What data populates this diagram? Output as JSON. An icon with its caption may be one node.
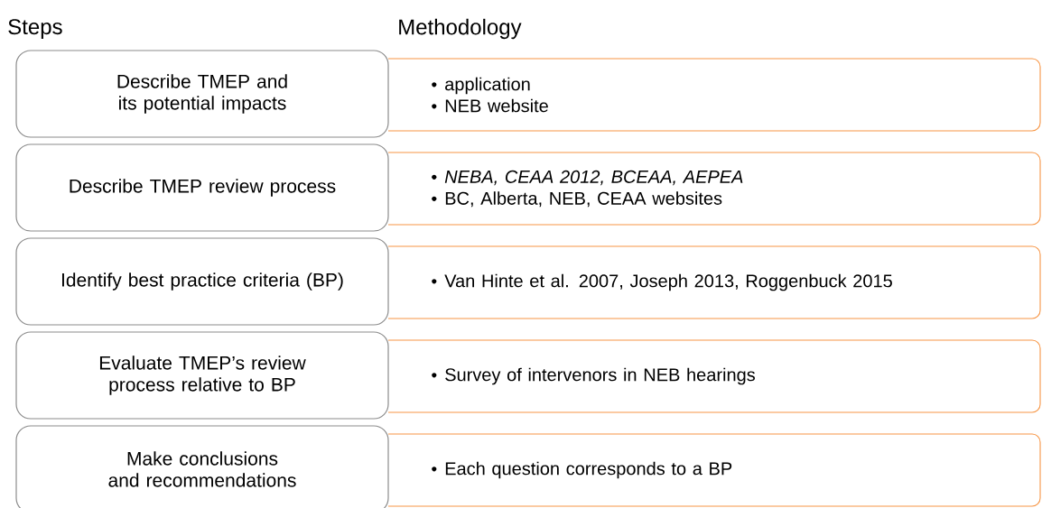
{
  "diagram": {
    "nodes": [
      {
        "text": [
          "Describe TMEP and its potential impacts"
        ]
      },
      {
        "text": [
          "application",
          "NEB website"
        ]
      },
      {
        "text": [
          "Describe TMEP review process"
        ]
      },
      {
        "text": [
          "*NEBA, CEAA 2012, BCEAA, AEPEA*",
          "BC, Alberta, NEB, CEAA websites"
        ]
      },
      {
        "text": [
          "Identify best practice criteria (BP)"
        ]
      },
      {
        "text": [
          "Van Hinte et al. 2007, Joseph 2013, Roggenbuck 2015"
        ]
      },
      {
        "text": [
          "Evaluate TMEP’s review process relative to BP"
        ]
      },
      {
        "text": [
          "Survey of intervenors in NEB hearings"
        ]
      },
      {
        "text": [
          "Make conclusions and recommendations"
        ]
      },
      {
        "text": [
          "Each question corresponds to a BP"
        ]
      }
    ],
    "labels": [
      "Steps",
      "Methodology"
    ]
  }
}
